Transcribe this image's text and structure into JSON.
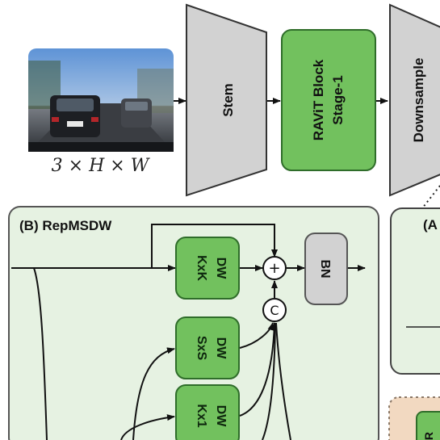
{
  "input": {
    "dims": "3 × H × W"
  },
  "pipeline": {
    "stem": "Stem",
    "ravit_line1": "RAViT Block",
    "ravit_line2": "Stage-1",
    "downsample": "Downsample"
  },
  "panel_b": {
    "title": "(B) RepMSDW",
    "dw_kxk": [
      "DW",
      "KxK"
    ],
    "dw_sxs": [
      "DW",
      "SxS"
    ],
    "dw_kx1": [
      "DW",
      "Kx1"
    ],
    "add_symbol": "+",
    "concat_symbol": "C",
    "bn": "BN"
  },
  "panel_a": {
    "title_partial": "(A"
  },
  "panel_c": {
    "title_partial": "R"
  },
  "colors": {
    "green_fill": "#72c15e",
    "green_stroke": "#2f6d2a",
    "panel_bg": "#e6f2e2",
    "gray_fill": "#d2d2d2",
    "tan_bg": "#f2d9c1"
  }
}
